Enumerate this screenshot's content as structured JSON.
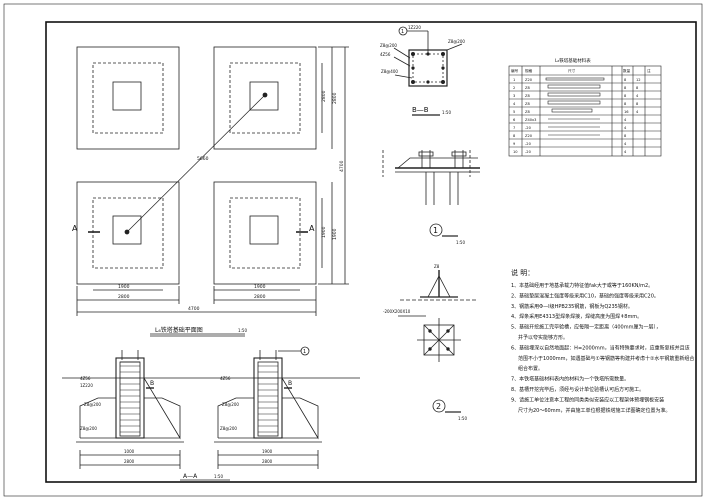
{
  "plan": {
    "title": "L₆铁塔基础平面图",
    "scale": "1:50",
    "cut_label": "A",
    "dim_bottom_pad": "1900",
    "dim_bottom_total": "2800",
    "dim_overall": "4700",
    "dim_right_upper": "2800",
    "dim_right_overall": "4700",
    "dim_right_lower": "1900",
    "dim_diag": "5660",
    "dim_side_a": "2800",
    "dim_side_b": "1900"
  },
  "section_bb": {
    "title": "B—B",
    "scale": "1:50",
    "callout_top": "1Z220",
    "callout_top_right": "Z8@200",
    "callout_left_1": "Z8@200",
    "callout_left_2": "4Z56",
    "callout_bottom": "Z8@400"
  },
  "table": {
    "title": "L₆铁塔基础材料表",
    "headers": [
      "编号",
      "规格",
      "尺寸",
      "数量",
      "注"
    ],
    "rows": [
      {
        "id": "1",
        "spec": "Z20",
        "num": "8",
        "note": "12"
      },
      {
        "id": "2",
        "spec": "Z8",
        "num": "8",
        "note": "8"
      },
      {
        "id": "3",
        "spec": "Z8",
        "num": "8",
        "note": "4"
      },
      {
        "id": "4",
        "spec": "Z8",
        "num": "8",
        "note": "8"
      },
      {
        "id": "5",
        "spec": "Z8",
        "num": "16",
        "note": "4"
      },
      {
        "id": "6",
        "spec": "Z40x3",
        "num": "4",
        "note": ""
      },
      {
        "id": "7",
        "spec": "-20",
        "num": "4",
        "note": ""
      },
      {
        "id": "8",
        "spec": "Z20",
        "num": "8",
        "note": ""
      },
      {
        "id": "9",
        "spec": "-20",
        "num": "4",
        "note": ""
      },
      {
        "id": "10",
        "spec": "-20",
        "num": "4",
        "note": ""
      }
    ]
  },
  "detail1": {
    "label": "1",
    "scale": "1:50"
  },
  "detail2": {
    "label": "2",
    "scale": "1:50",
    "callout_left": "-200X200X10",
    "callout_top": "Z8"
  },
  "notes": {
    "title": "说  明：",
    "items": [
      "1、本基础经用于地基承载力特征值fak大于或等于160KN/m2。",
      "2、基础垫层混凝土强度等级采用C10，基础的强度等级采用C20。",
      "3、钢筋采用Φ—I级HPB235钢筋，钢板为Q235钢材。",
      "4、焊条采用E4313型焊条焊接，焊缝高度为围焊↟8mm。",
      "5、基础开挖施工完毕验槽，应每隔一定距离（400mm厘为一层），",
      "并予以夸实能够方形。",
      "6、基础埋深以自然地面起：H=2000mm，当有特殊要求时，应重新复核并且该",
      "范围不小于1000mm，如遇基础与①等钢筋等构建并考虑十②水平钢筋重新组合",
      "组合布置。",
      "7、本铁塔基础材料表内的材料为一个铁塔所需数量。",
      "8、基槽开挖完毕后，须经与设计单位验槽认可后方可施工。",
      "9、请施工单位注意本工程的同类类似安装应以工程架体预埋钢板安装",
      "尺寸为20〜60mm，并由施工单位根据铁塔施工详图确定位置为准。"
    ]
  },
  "section_aa": {
    "title": "A—A",
    "scale": "1:50",
    "callout_1": "4Z56",
    "callout_2": "1Z220",
    "callout_3": "Z8@200",
    "callout_4": "Z8@200",
    "callout_5": "4Z56",
    "callout_6": "Z8@200",
    "callout_7": "Z8@200",
    "cut_b": "B",
    "dim_1": "1000",
    "dim_2": "2800",
    "dim_3": "1900",
    "dim_4": "2800"
  }
}
